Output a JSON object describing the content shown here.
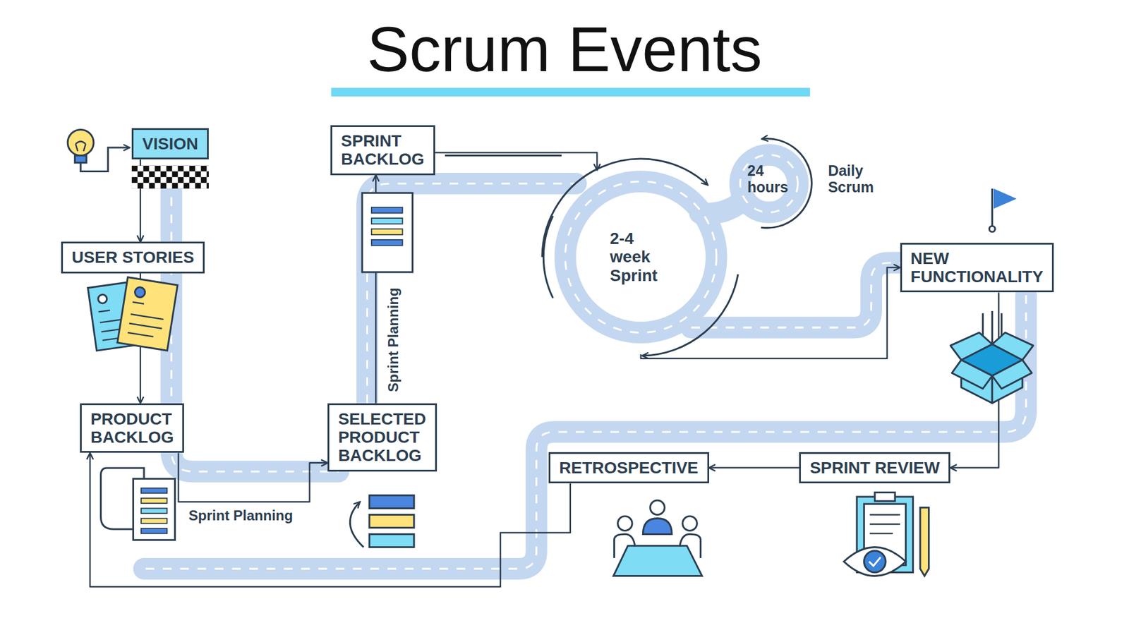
{
  "diagram": {
    "title": "Scrum Events",
    "nodes": [
      {
        "text": [
          "VISION"
        ]
      },
      {
        "text": [
          "USER STORIES"
        ]
      },
      {
        "text": [
          "PRODUCT BACKLOG"
        ]
      },
      {
        "text": [
          "SELECTED PRODUCT BACKLOG"
        ]
      },
      {
        "text": [
          "SPRINT BACKLOG"
        ]
      },
      {
        "text": [
          "2-4 week Sprint"
        ]
      },
      {
        "text": [
          "24 hours",
          "Daily Scrum"
        ]
      },
      {
        "text": [
          "NEW FUNCTIONALITY"
        ]
      },
      {
        "text": [
          "SPRINT REVIEW"
        ]
      },
      {
        "text": [
          "RETROSPECTIVE"
        ]
      }
    ],
    "edges": [
      {
        "from": 0,
        "to": 1,
        "arrow": "to"
      },
      {
        "from": 1,
        "to": 2,
        "arrow": "to"
      },
      {
        "from": 2,
        "to": 3,
        "label": "Sprint Planning",
        "arrow": "to"
      },
      {
        "from": 3,
        "to": 4,
        "label": "Sprint Planning",
        "arrow": "to"
      },
      {
        "from": 4,
        "to": 5,
        "arrow": "to"
      },
      {
        "from": 5,
        "to": 7,
        "arrow": "to"
      },
      {
        "from": 7,
        "to": 8,
        "arrow": "to"
      },
      {
        "from": 8,
        "to": 9,
        "arrow": "to"
      },
      {
        "from": 9,
        "to": 2,
        "arrow": "to"
      }
    ]
  }
}
